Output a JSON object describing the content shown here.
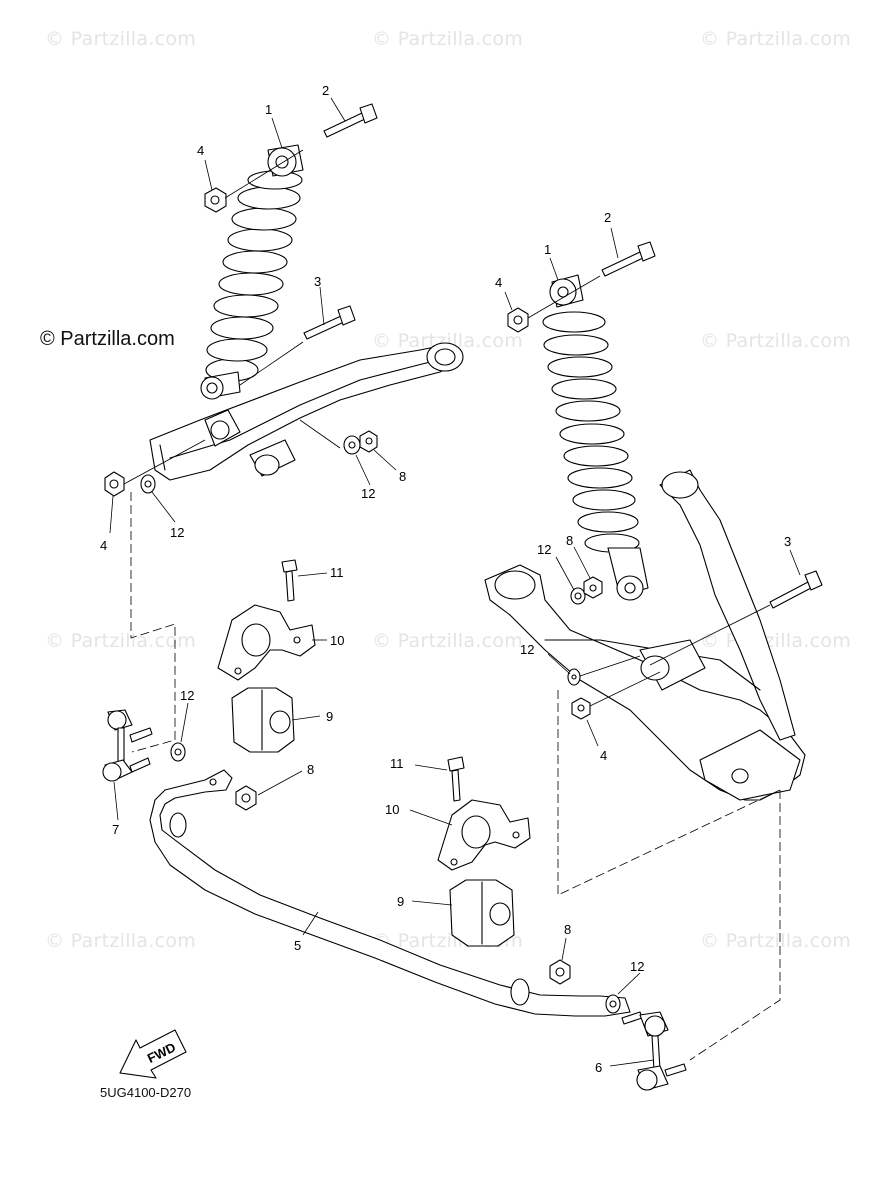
{
  "watermark": "© Partzilla.com",
  "brand": "© Partzilla.com",
  "diagram_code": "5UG4100-D270",
  "fwd_label": "FWD",
  "callouts": {
    "c1a": "1",
    "c2a": "2",
    "c4a": "4",
    "c3a": "3",
    "c8a": "8",
    "c12a": "12",
    "c4b": "4",
    "c12b": "12",
    "c1b": "1",
    "c2b": "2",
    "c4c": "4",
    "c12c": "12",
    "c8b": "8",
    "c3b": "3",
    "c12d": "12",
    "c4d": "4",
    "c11a": "11",
    "c10a": "10",
    "c9a": "9",
    "c12e": "12",
    "c8c": "8",
    "c7": "7",
    "c11b": "11",
    "c10b": "10",
    "c9b": "9",
    "c5": "5",
    "c8d": "8",
    "c12f": "12",
    "c6": "6"
  }
}
